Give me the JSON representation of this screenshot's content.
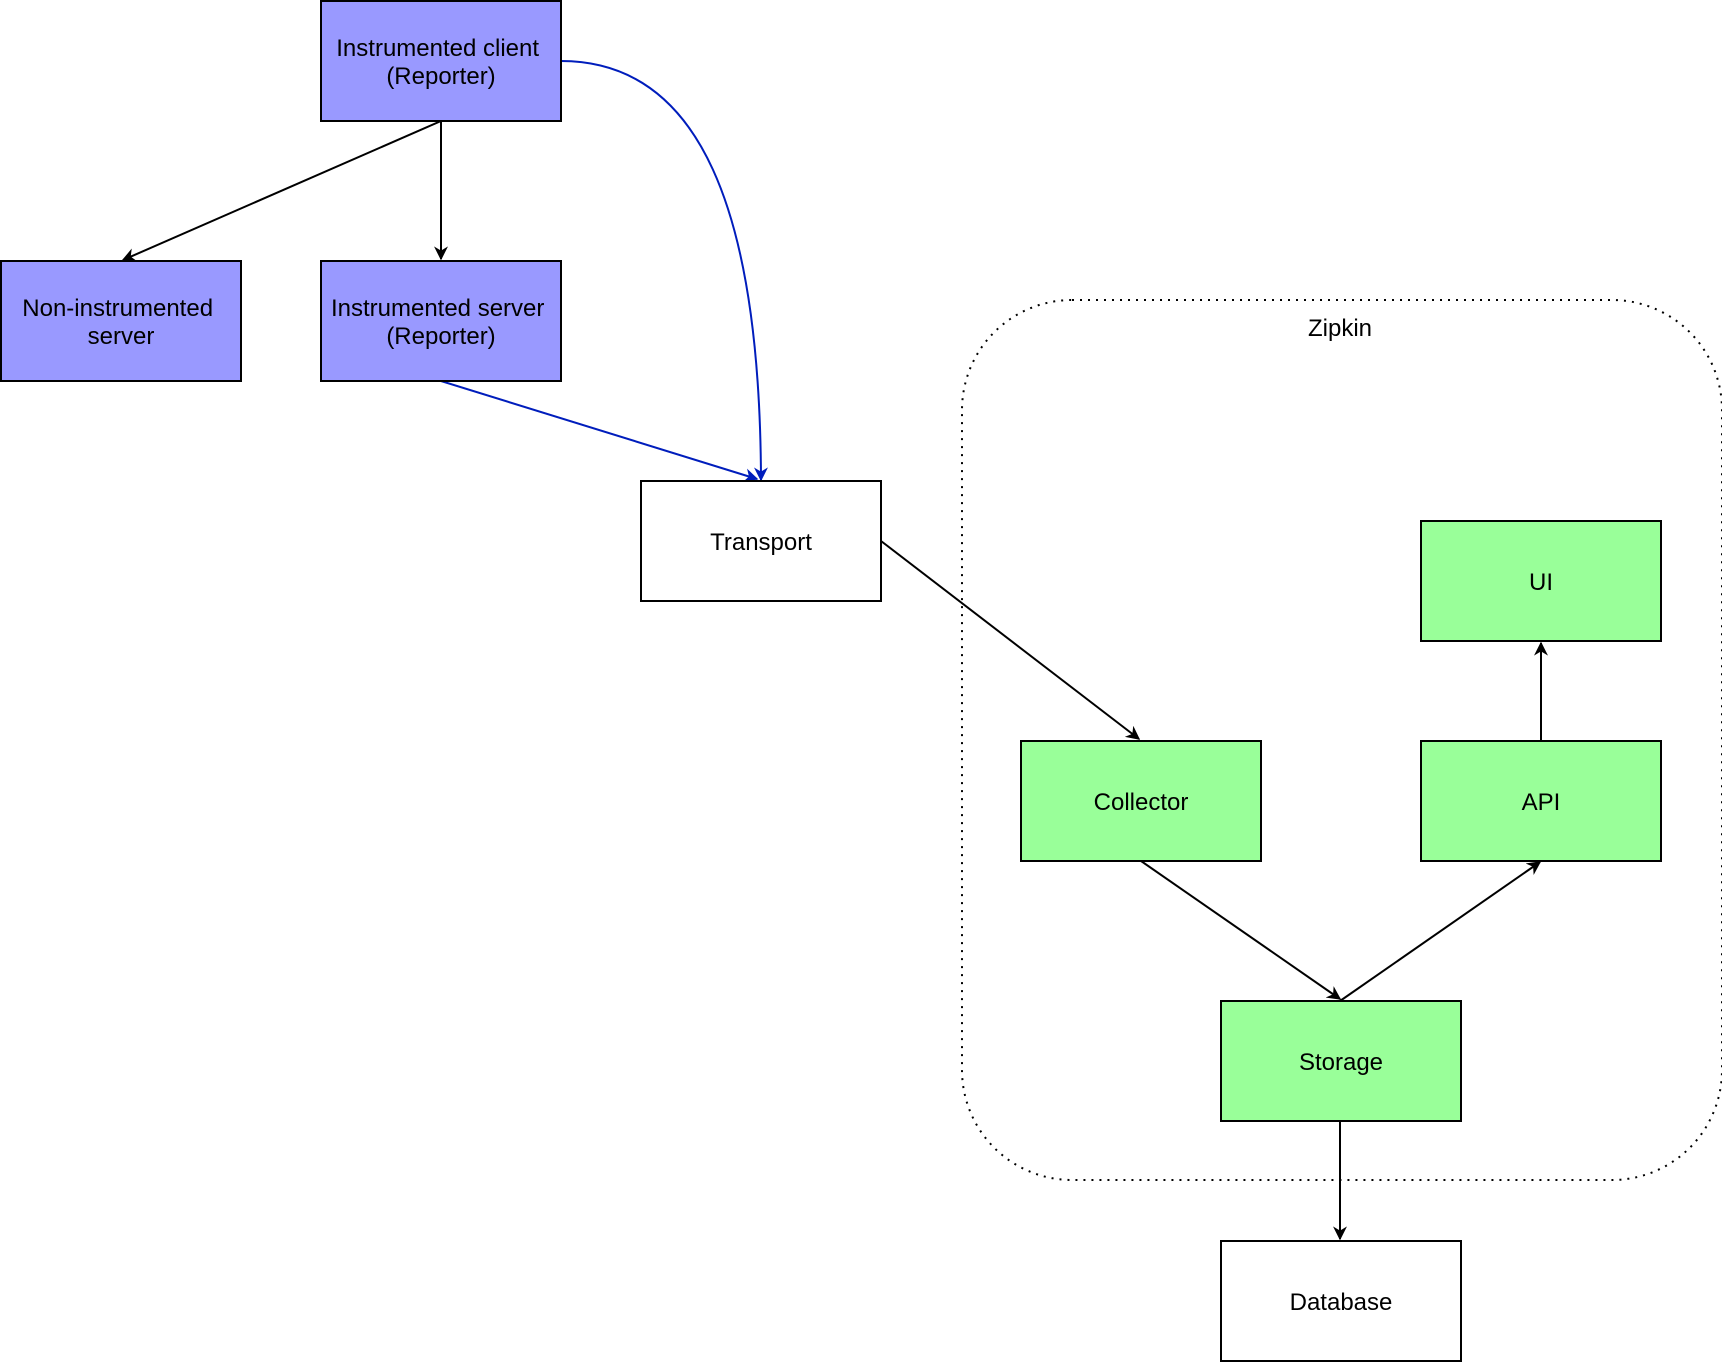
{
  "colors": {
    "reporter": "#9999ff",
    "zipkin": "#99ff99",
    "plain": "#ffffff",
    "edge_default": "#000000",
    "edge_report": "#001dbc"
  },
  "group": {
    "label": "Zipkin"
  },
  "nodes": {
    "client": {
      "lines": [
        "Instrumented client",
        "(Reporter)"
      ]
    },
    "noninst": {
      "lines": [
        "Non-instrumented",
        "server"
      ]
    },
    "server": {
      "lines": [
        "Instrumented server",
        "(Reporter)"
      ]
    },
    "transport": {
      "lines": [
        "Transport"
      ]
    },
    "collector": {
      "lines": [
        "Collector"
      ]
    },
    "api": {
      "lines": [
        "API"
      ]
    },
    "ui": {
      "lines": [
        "UI"
      ]
    },
    "storage": {
      "lines": [
        "Storage"
      ]
    },
    "database": {
      "lines": [
        "Database"
      ]
    }
  },
  "edges": [
    {
      "from": "client",
      "to": "noninst",
      "style": "default"
    },
    {
      "from": "client",
      "to": "server",
      "style": "default"
    },
    {
      "from": "client",
      "to": "transport",
      "style": "report"
    },
    {
      "from": "server",
      "to": "transport",
      "style": "report"
    },
    {
      "from": "transport",
      "to": "collector",
      "style": "default"
    },
    {
      "from": "collector",
      "to": "storage",
      "style": "default"
    },
    {
      "from": "storage",
      "to": "api",
      "style": "default"
    },
    {
      "from": "api",
      "to": "ui",
      "style": "default"
    },
    {
      "from": "storage",
      "to": "database",
      "style": "default"
    }
  ]
}
